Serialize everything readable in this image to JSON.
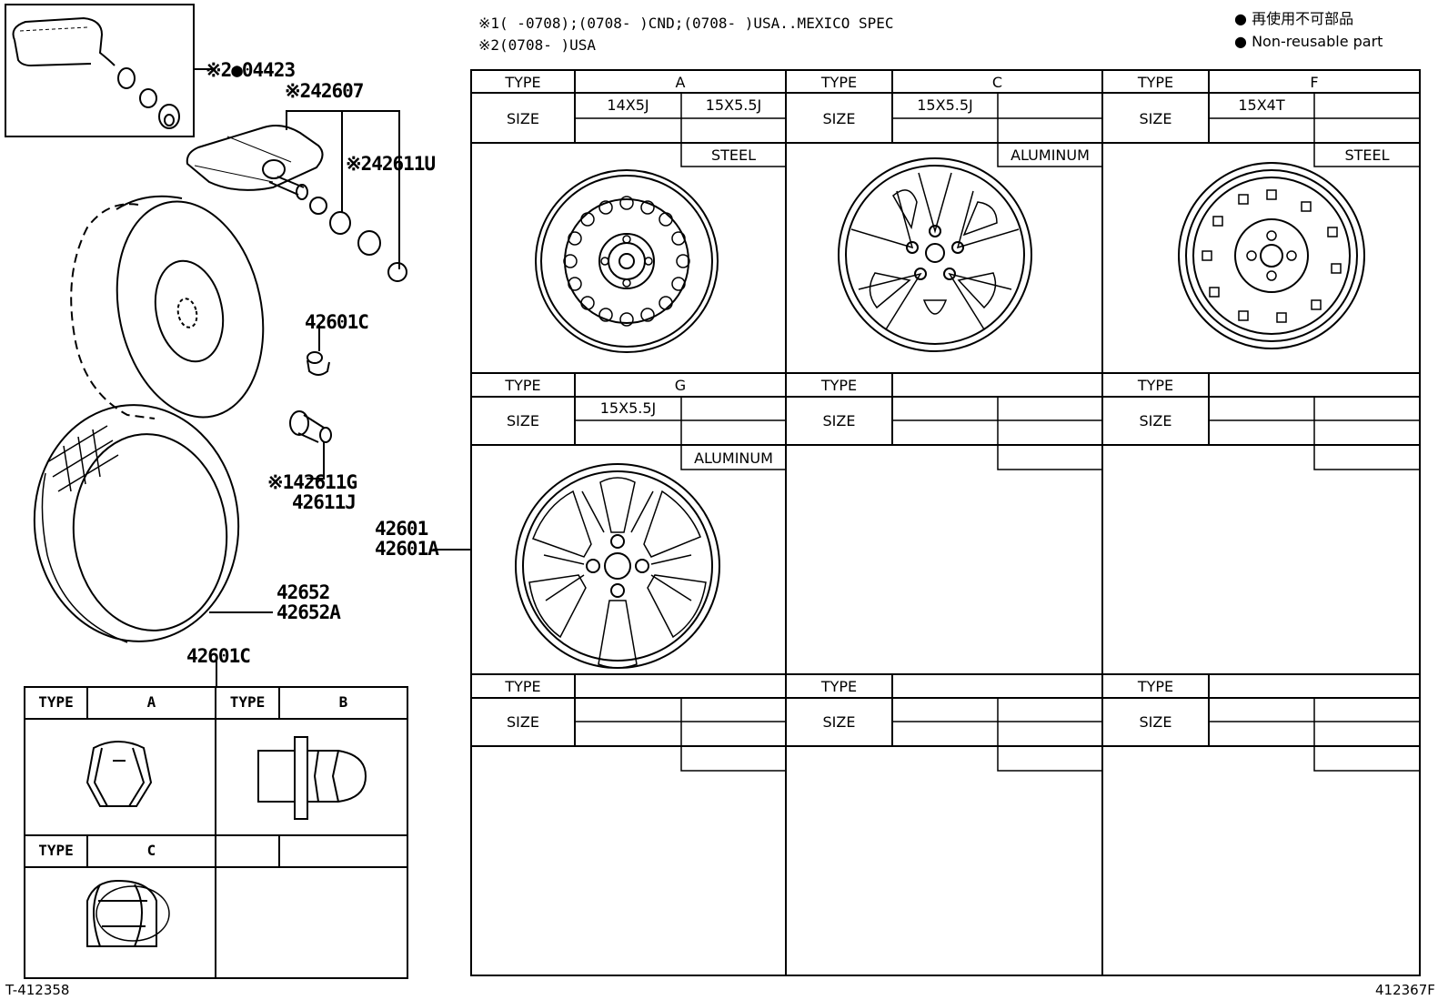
{
  "notes": {
    "note1": "※1(    -0708);(0708-    )CND;(0708-    )USA..MEXICO SPEC",
    "note2": "※2(0708-    )USA"
  },
  "legend": {
    "jp": "再使用不可部品",
    "en": "Non-reusable part"
  },
  "parts": {
    "p04423": "※2●04423",
    "p42607": "※242607",
    "p42611U": "※242611U",
    "p42601C": "42601C",
    "p42611G": "※142611G",
    "p42611J": "42611J",
    "p42601": "42601",
    "p42601A": "42601A",
    "p42652": "42652",
    "p42652A": "42652A",
    "nutTitle": "42601C"
  },
  "wheel_table": {
    "type_label": "TYPE",
    "size_label": "SIZE",
    "cells": [
      {
        "type": "A",
        "sizes": [
          "14X5J",
          "15X5.5J"
        ],
        "material": "STEEL"
      },
      {
        "type": "C",
        "sizes": [
          "15X5.5J",
          ""
        ],
        "material": "ALUMINUM"
      },
      {
        "type": "F",
        "sizes": [
          "15X4T",
          ""
        ],
        "material": "STEEL"
      },
      {
        "type": "G",
        "sizes": [
          "15X5.5J",
          ""
        ],
        "material": "ALUMINUM"
      },
      {
        "type": "",
        "sizes": [
          "",
          ""
        ],
        "material": ""
      },
      {
        "type": "",
        "sizes": [
          "",
          ""
        ],
        "material": ""
      },
      {
        "type": "",
        "sizes": [
          "",
          ""
        ],
        "material": ""
      },
      {
        "type": "",
        "sizes": [
          "",
          ""
        ],
        "material": ""
      },
      {
        "type": "",
        "sizes": [
          "",
          ""
        ],
        "material": ""
      }
    ]
  },
  "nut_table": {
    "type_label": "TYPE",
    "types": [
      "A",
      "B",
      "C"
    ]
  },
  "footer": {
    "left": "T-412358",
    "right": "412367F"
  }
}
